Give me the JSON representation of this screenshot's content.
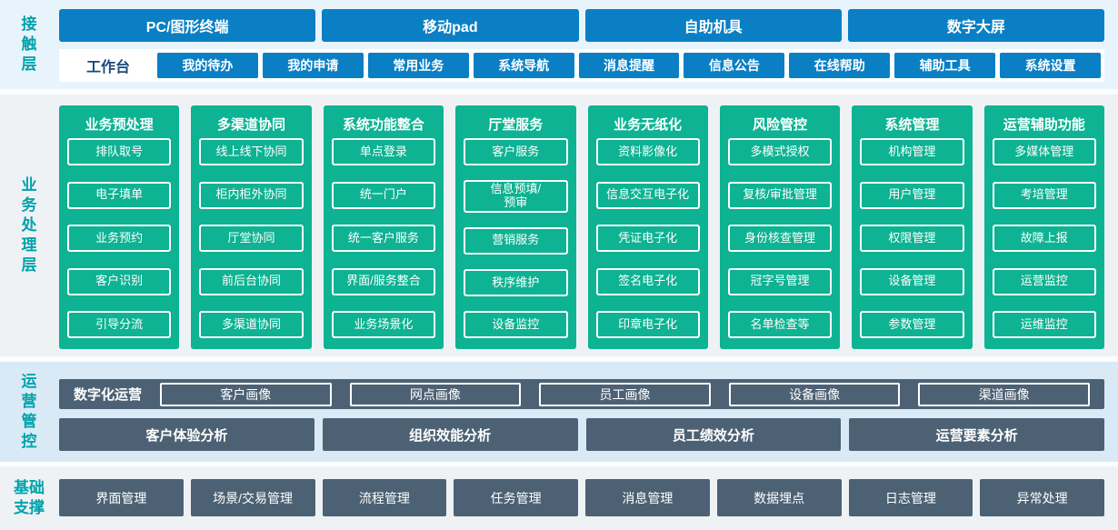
{
  "colors": {
    "blue": "#0a7fc4",
    "teal": "#0db392",
    "slate": "#4c6274",
    "label-teal": "#00a2ab",
    "navy": "#15497e",
    "band-blue": "#e8f4fb",
    "band-blue2": "#d9eaf6",
    "band-gray": "#eef2f5"
  },
  "layers": {
    "contact": {
      "label": "接触层",
      "terminals": [
        "PC/图形终端",
        "移动pad",
        "自助机具",
        "数字大屏"
      ],
      "workbench_label": "工作台",
      "workbench_items": [
        "我的待办",
        "我的申请",
        "常用业务",
        "系统导航",
        "消息提醒",
        "信息公告",
        "在线帮助",
        "辅助工具",
        "系统设置"
      ]
    },
    "business": {
      "label": "业务处理层",
      "columns": [
        {
          "title": "业务预处理",
          "items": [
            "排队取号",
            "电子填单",
            "业务预约",
            "客户识别",
            "引导分流"
          ]
        },
        {
          "title": "多渠道协同",
          "items": [
            "线上线下协同",
            "柜内柜外协同",
            "厅堂协同",
            "前后台协同",
            "多渠道协同"
          ]
        },
        {
          "title": "系统功能整合",
          "items": [
            "单点登录",
            "统一门户",
            "统一客户服务",
            "界面/服务整合",
            "业务场景化"
          ]
        },
        {
          "title": "厅堂服务",
          "items": [
            "客户服务",
            "信息预填/\n预审",
            "营销服务",
            "秩序维护",
            "设备监控"
          ]
        },
        {
          "title": "业务无纸化",
          "items": [
            "资料影像化",
            "信息交互电子化",
            "凭证电子化",
            "签名电子化",
            "印章电子化"
          ]
        },
        {
          "title": "风险管控",
          "items": [
            "多模式授权",
            "复核/审批管理",
            "身份核查管理",
            "冠字号管理",
            "名单检查等"
          ]
        },
        {
          "title": "系统管理",
          "items": [
            "机构管理",
            "用户管理",
            "权限管理",
            "设备管理",
            "参数管理"
          ]
        },
        {
          "title": "运营辅助功能",
          "items": [
            "多媒体管理",
            "考培管理",
            "故障上报",
            "运营监控",
            "运维监控"
          ]
        }
      ]
    },
    "operations": {
      "label": "运营管控",
      "digital_label": "数字化运营",
      "profiles": [
        "客户画像",
        "网点画像",
        "员工画像",
        "设备画像",
        "渠道画像"
      ],
      "analytics": [
        "客户体验分析",
        "组织效能分析",
        "员工绩效分析",
        "运营要素分析"
      ]
    },
    "foundation": {
      "label": "基础支撑",
      "items": [
        "界面管理",
        "场景/交易管理",
        "流程管理",
        "任务管理",
        "消息管理",
        "数据埋点",
        "日志管理",
        "异常处理"
      ]
    }
  }
}
